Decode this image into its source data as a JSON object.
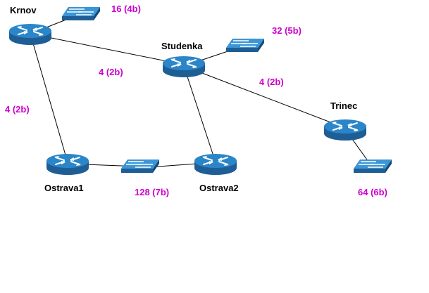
{
  "colors": {
    "background": "#ffffff",
    "link": "#000000",
    "router_top": "#2a86c9",
    "router_side": "#1f5e95",
    "switch_top": "#3b95d6",
    "switch_side": "#1f5e95",
    "label_text": "#cc00cc",
    "name_text": "#000000"
  },
  "routers": [
    {
      "id": "krnov",
      "name": "Krnov",
      "icon": "router-icon"
    },
    {
      "id": "studenka",
      "name": "Studenka",
      "icon": "router-icon"
    },
    {
      "id": "trinec",
      "name": "Trinec",
      "icon": "router-icon"
    },
    {
      "id": "ostrava1",
      "name": "Ostrava1",
      "icon": "router-icon"
    },
    {
      "id": "ostrava2",
      "name": "Ostrava2",
      "icon": "router-icon"
    }
  ],
  "switches": [
    {
      "id": "sw-krnov",
      "icon": "switch-icon"
    },
    {
      "id": "sw-studenka",
      "icon": "switch-icon"
    },
    {
      "id": "sw-trinec",
      "icon": "switch-icon"
    },
    {
      "id": "sw-ostrava",
      "icon": "switch-icon"
    }
  ],
  "links": [
    {
      "from": "krnov",
      "to": "sw-krnov"
    },
    {
      "from": "krnov",
      "to": "studenka"
    },
    {
      "from": "krnov",
      "to": "ostrava1"
    },
    {
      "from": "studenka",
      "to": "sw-studenka"
    },
    {
      "from": "studenka",
      "to": "trinec"
    },
    {
      "from": "studenka",
      "to": "ostrava2"
    },
    {
      "from": "trinec",
      "to": "sw-trinec"
    },
    {
      "from": "ostrava1",
      "to": "sw-ostrava"
    },
    {
      "from": "sw-ostrava",
      "to": "ostrava2"
    }
  ],
  "labels": {
    "krnov_lan": "16 (4b)",
    "studenka_lan": "32 (5b)",
    "krnov_studenka": "4 (2b)",
    "studenka_trinec": "4 (2b)",
    "krnov_ostrava1": "4 (2b)",
    "ostrava_lan": "128 (7b)",
    "trinec_lan": "64 (6b)"
  }
}
